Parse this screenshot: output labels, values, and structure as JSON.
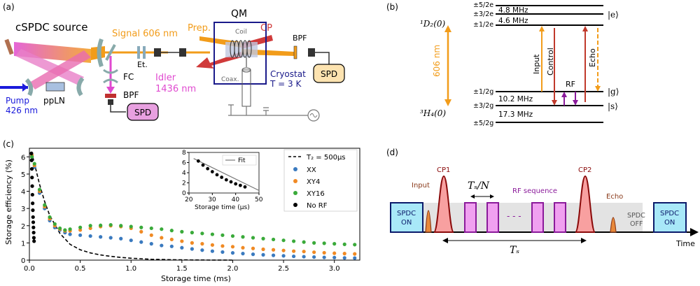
{
  "panel_labels": {
    "a": "(a)",
    "b": "(b)",
    "c": "(c)",
    "d": "(d)"
  },
  "panel_a": {
    "source_title": "cSPDC source",
    "signal": "Signal 606 nm",
    "idler_line1": "Idler",
    "idler_line2": "1436 nm",
    "pump_line1": "Pump",
    "pump_line2": "426 nm",
    "crystal": "ppLN",
    "fc": "FC",
    "etalon": "Et.",
    "bpf_idler": "BPF",
    "spd_idler": "SPD",
    "qm_title": "QM",
    "prep": "Prep.",
    "cp": "CP",
    "coil": "Coil",
    "coax": "Coax.",
    "bpf_signal": "BPF",
    "cryostat_line1": "Cryostat",
    "cryostat_line2": "T = 3 K",
    "spd_signal": "SPD",
    "colors": {
      "pump": "#1a1adb",
      "signal": "#f29c1a",
      "idler": "#e04ad0",
      "cp": "#d03a3a",
      "qm_box": "#1a1a8a"
    }
  },
  "panel_b": {
    "excited_state": "¹D₂(0)",
    "ground_state": "³H₄(0)",
    "wavelength": "606 nm",
    "levels_e": [
      "±5/2e",
      "±3/2e",
      "±1/2e"
    ],
    "levels_g": [
      "±1/2g",
      "±3/2g",
      "±5/2g"
    ],
    "split_e1": "4.8 MHz",
    "split_e2": "4.6 MHz",
    "split_g1": "10.2 MHz",
    "split_g2": "17.3 MHz",
    "ket_e": "|e⟩",
    "ket_g": "|g⟩",
    "ket_s": "|s⟩",
    "input": "Input",
    "control": "Control",
    "rf": "RF",
    "echo": "Echo"
  },
  "panel_c": {
    "xlabel": "Storage time (ms)",
    "ylabel": "Storage efficiency (%)",
    "inset_xlabel": "Storage time (μs)",
    "inset_legend": "Fit",
    "legend_fit": "T₂ = 500μs",
    "colors": {
      "XX": "#3a7abf",
      "XY4": "#f08a24",
      "XY16": "#3aaa3a",
      "NoRF": "#000000"
    },
    "chart_data": {
      "type": "scatter",
      "xlim": [
        0,
        3.25
      ],
      "ylim": [
        0,
        6.5
      ],
      "xticks": [
        "0.0",
        "0.5",
        "1.0",
        "1.5",
        "2.0",
        "2.5",
        "3.0"
      ],
      "yticks": [
        "0",
        "1",
        "2",
        "3",
        "4",
        "5",
        "6"
      ],
      "series": [
        {
          "name": "XX",
          "x": [
            0.025,
            0.05,
            0.1,
            0.15,
            0.2,
            0.25,
            0.3,
            0.35,
            0.4,
            0.5,
            0.6,
            0.7,
            0.8,
            0.9,
            1.0,
            1.1,
            1.2,
            1.3,
            1.4,
            1.5,
            1.6,
            1.7,
            1.8,
            1.9,
            2.0,
            2.1,
            2.2,
            2.3,
            2.4,
            2.5,
            2.6,
            2.7,
            2.8,
            2.9,
            3.0,
            3.1,
            3.2
          ],
          "y": [
            6.0,
            5.4,
            3.9,
            3.0,
            2.3,
            1.9,
            1.75,
            1.6,
            1.5,
            1.45,
            1.4,
            1.35,
            1.3,
            1.25,
            1.15,
            1.05,
            0.95,
            0.85,
            0.8,
            0.72,
            0.65,
            0.58,
            0.52,
            0.47,
            0.42,
            0.38,
            0.34,
            0.31,
            0.28,
            0.25,
            0.22,
            0.2,
            0.18,
            0.16,
            0.15,
            0.13,
            0.12
          ]
        },
        {
          "name": "XY4",
          "x": [
            0.025,
            0.05,
            0.1,
            0.15,
            0.2,
            0.25,
            0.3,
            0.35,
            0.4,
            0.5,
            0.6,
            0.7,
            0.8,
            0.9,
            1.0,
            1.1,
            1.2,
            1.3,
            1.4,
            1.5,
            1.6,
            1.7,
            1.8,
            1.9,
            2.0,
            2.1,
            2.2,
            2.3,
            2.4,
            2.5,
            2.6,
            2.7,
            2.8,
            2.9,
            3.0,
            3.1,
            3.2
          ],
          "y": [
            6.1,
            5.5,
            4.0,
            3.1,
            2.4,
            2.0,
            1.8,
            1.7,
            1.7,
            1.75,
            1.85,
            1.95,
            2.0,
            1.95,
            1.85,
            1.65,
            1.45,
            1.3,
            1.2,
            1.1,
            1.0,
            0.95,
            0.88,
            0.82,
            0.78,
            0.72,
            0.68,
            0.63,
            0.6,
            0.56,
            0.52,
            0.5,
            0.46,
            0.43,
            0.4,
            0.38,
            0.36
          ]
        },
        {
          "name": "XY16",
          "x": [
            0.025,
            0.05,
            0.1,
            0.15,
            0.2,
            0.25,
            0.3,
            0.35,
            0.4,
            0.5,
            0.6,
            0.7,
            0.8,
            0.9,
            1.0,
            1.1,
            1.2,
            1.3,
            1.4,
            1.5,
            1.6,
            1.7,
            1.8,
            1.9,
            2.0,
            2.1,
            2.2,
            2.3,
            2.4,
            2.5,
            2.6,
            2.7,
            2.8,
            2.9,
            3.0,
            3.1,
            3.2
          ],
          "y": [
            6.0,
            5.6,
            4.1,
            3.2,
            2.5,
            2.1,
            1.85,
            1.75,
            1.8,
            1.9,
            2.0,
            2.02,
            2.05,
            2.0,
            1.95,
            1.9,
            1.85,
            1.8,
            1.72,
            1.65,
            1.6,
            1.55,
            1.5,
            1.45,
            1.4,
            1.35,
            1.3,
            1.25,
            1.2,
            1.15,
            1.1,
            1.05,
            1.0,
            0.98,
            0.95,
            0.92,
            0.9
          ]
        },
        {
          "name": "No RF",
          "x": [
            0.02,
            0.022,
            0.024,
            0.026,
            0.028,
            0.03,
            0.032,
            0.034,
            0.036,
            0.038,
            0.04,
            0.042,
            0.044,
            0.046
          ],
          "y": [
            6.2,
            5.8,
            5.3,
            4.8,
            4.3,
            3.8,
            3.3,
            2.9,
            2.5,
            2.2,
            1.9,
            1.6,
            1.3,
            1.1
          ]
        }
      ],
      "fit": {
        "name": "T₂ = 500μs",
        "x": [
          0.02,
          0.05,
          0.1,
          0.15,
          0.2,
          0.3,
          0.4,
          0.5,
          0.6,
          0.7,
          0.8,
          0.9,
          1.0,
          1.1,
          1.2,
          1.3,
          1.4,
          1.5,
          1.6,
          1.8,
          2.0
        ],
        "y": [
          6.3,
          5.6,
          4.4,
          3.4,
          2.6,
          1.55,
          0.92,
          0.6,
          0.42,
          0.3,
          0.22,
          0.16,
          0.11,
          0.08,
          0.05,
          0.035,
          0.025,
          0.015,
          0.01,
          0.004,
          0.001
        ]
      },
      "inset": {
        "xlim": [
          20,
          50
        ],
        "ylim": [
          0,
          8
        ],
        "xticks": [
          "20",
          "30",
          "40",
          "50"
        ],
        "yticks": [
          "0",
          "2",
          "4",
          "6",
          "8"
        ],
        "x": [
          24,
          26,
          28,
          30,
          32,
          34,
          36,
          38,
          40,
          42,
          44
        ],
        "y": [
          6.3,
          5.5,
          4.8,
          4.2,
          3.6,
          3.1,
          2.6,
          2.2,
          1.8,
          1.5,
          1.2
        ],
        "fit_x": [
          22,
          50
        ],
        "fit_y": [
          6.8,
          0.5
        ]
      }
    }
  },
  "panel_d": {
    "spdc_on_1a": "SPDC",
    "spdc_on_1b": "ON",
    "spdc_on_2a": "SPDC",
    "spdc_on_2b": "ON",
    "spdc_off_a": "SPDC",
    "spdc_off_b": "OFF",
    "input": "Input",
    "cp1": "CP1",
    "cp2": "CP2",
    "echo": "Echo",
    "ts_over_n": "Tₛ/N",
    "rf_sequence": "RF sequence",
    "ellipsis": "- - -",
    "ts": "Tₛ",
    "time": "Time"
  }
}
